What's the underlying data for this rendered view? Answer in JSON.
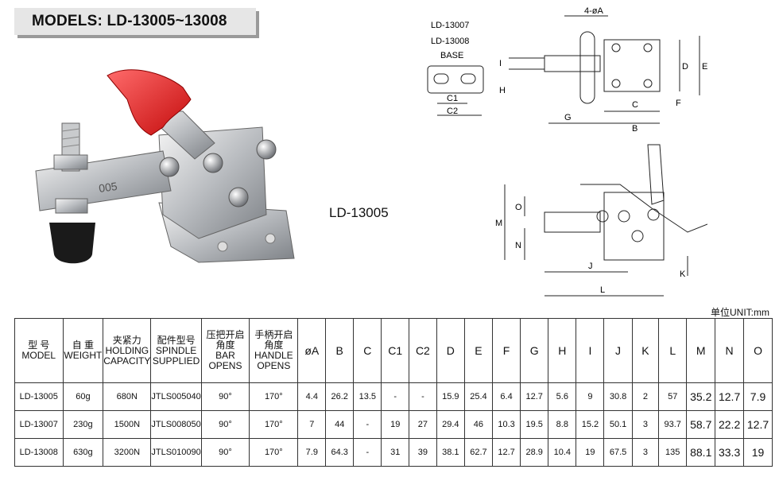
{
  "title": "MODELS: LD-13005~13008",
  "photo_caption": "LD-13005",
  "unit_note": "单位UNIT:mm",
  "drawing_top": {
    "base_models": [
      "LD-13007",
      "LD-13008"
    ],
    "base_label": "BASE",
    "hole_label": "4-øA",
    "dims": [
      "C1",
      "C2",
      "G",
      "C",
      "B",
      "F",
      "D",
      "E",
      "I",
      "H"
    ]
  },
  "drawing_bottom": {
    "dims": [
      "M",
      "O",
      "N",
      "J",
      "L",
      "K"
    ]
  },
  "photo_marking": "005",
  "table": {
    "headers": [
      "型 号\nMODEL",
      "自 重\nWEIGHT",
      "夹紧力\nHOLDING\nCAPACITY",
      "配件型号\nSPINDLE\nSUPPLIED",
      "压把开启\n角度\nBAR\nOPENS",
      "手柄开启\n角度\nHANDLE\nOPENS",
      "øA",
      "B",
      "C",
      "C1",
      "C2",
      "D",
      "E",
      "F",
      "G",
      "H",
      "I",
      "J",
      "K",
      "L",
      "M",
      "N",
      "O"
    ],
    "rows": [
      [
        "LD-13005",
        "60g",
        "680N",
        "JTLS005040",
        "90°",
        "170°",
        "4.4",
        "26.2",
        "13.5",
        "-",
        "-",
        "15.9",
        "25.4",
        "6.4",
        "12.7",
        "5.6",
        "9",
        "30.8",
        "2",
        "57",
        "35.2",
        "12.7",
        "7.9"
      ],
      [
        "LD-13007",
        "230g",
        "1500N",
        "JTLS008050",
        "90°",
        "170°",
        "7",
        "44",
        "-",
        "19",
        "27",
        "29.4",
        "46",
        "10.3",
        "19.5",
        "8.8",
        "15.2",
        "50.1",
        "3",
        "93.7",
        "58.7",
        "22.2",
        "12.7"
      ],
      [
        "LD-13008",
        "630g",
        "3200N",
        "JTLS010090",
        "90°",
        "170°",
        "7.9",
        "64.3",
        "-",
        "31",
        "39",
        "38.1",
        "62.7",
        "12.7",
        "28.9",
        "10.4",
        "19",
        "67.5",
        "3",
        "135",
        "88.1",
        "33.3",
        "19"
      ]
    ]
  }
}
